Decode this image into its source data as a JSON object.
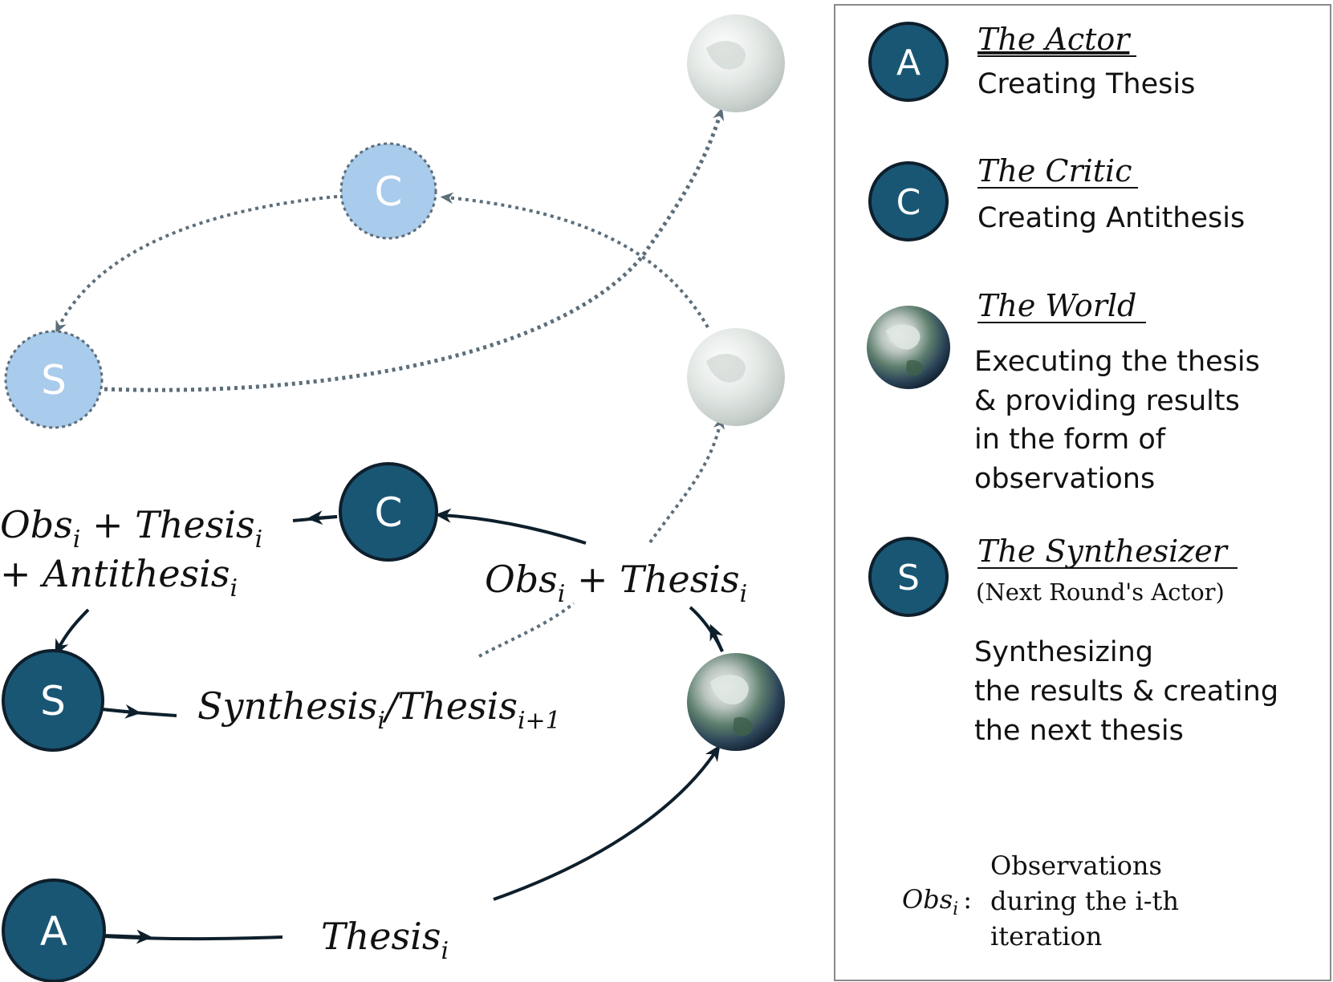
{
  "colors": {
    "node_dark": "#195674",
    "node_light": "#a9cbec",
    "dotted_line": "#5c6e7a",
    "solid_line": "#0e1f2c"
  },
  "nodes": {
    "critic_letter": "C",
    "synth_letter": "S",
    "actor_letter": "A"
  },
  "labels": {
    "top_obs": "Obs",
    "top_plus1": " + Thesis",
    "top_plus2": "+ Antithesis",
    "sub_i": "i",
    "mid_obs": "Obs",
    "mid_plus": " + Thesis",
    "synthesis": "Synthesis",
    "slash_thesis": "/Thesis",
    "sub_i1": "i+1",
    "thesis": "Thesis"
  },
  "legend": {
    "actor": {
      "letter": "A",
      "title": "The Actor",
      "lines": [
        "Creating Thesis"
      ]
    },
    "critic": {
      "letter": "C",
      "title": "The Critic",
      "lines": [
        "Creating Antithesis"
      ]
    },
    "world": {
      "icon": "globe-icon",
      "title": "The World",
      "lines": [
        "Executing the thesis",
        "& providing results",
        "in the form of",
        "observations"
      ]
    },
    "synth": {
      "letter": "S",
      "title": "The Synthesizer",
      "subtitle": "(Next Round's Actor)",
      "lines": [
        "Synthesizing",
        "the results & creating",
        "the next thesis"
      ]
    },
    "obs_def": {
      "symbol": "Obs",
      "sub": "i",
      "colon": ":",
      "lines": [
        "Observations",
        "during the i-th",
        "iteration"
      ]
    }
  }
}
